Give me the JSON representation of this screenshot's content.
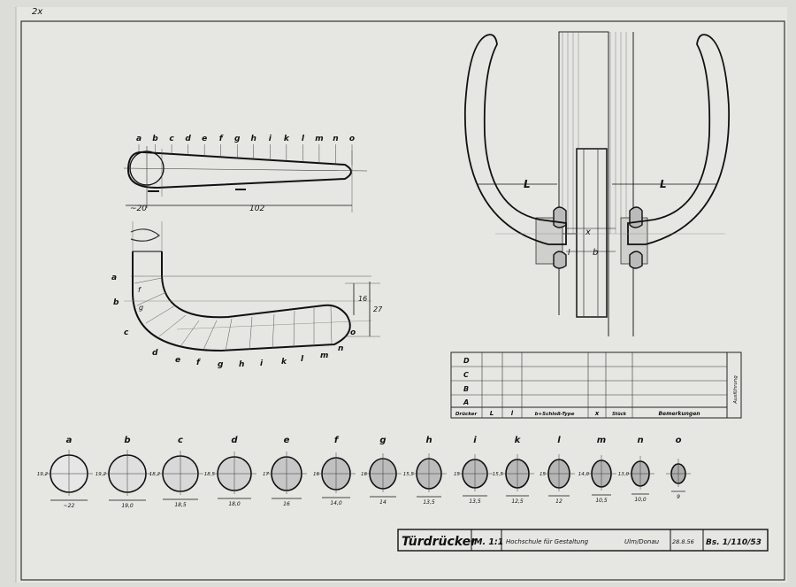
{
  "corner_note": "2x",
  "top_view": {
    "letters": [
      "a",
      "b",
      "c",
      "d",
      "e",
      "f",
      "g",
      "h",
      "i",
      "k",
      "l",
      "m",
      "n",
      "o"
    ],
    "dim_left": "~20",
    "dim_length": "102"
  },
  "side_view": {
    "labels_left": [
      "a",
      "b",
      "c"
    ],
    "labels_bottom": [
      "d",
      "e",
      "f",
      "g",
      "h",
      "i",
      "k",
      "l",
      "m",
      "n",
      "o"
    ],
    "inner_labels": [
      "f",
      "g"
    ],
    "dim_small": "16",
    "dim_large": "27"
  },
  "section_view": {
    "label_L": "L",
    "label_x": "x",
    "label_b": "b",
    "label_l": "l"
  },
  "table": {
    "rows": [
      "D",
      "C",
      "B",
      "A"
    ],
    "headers": [
      "Drücker",
      "L",
      "l",
      "b+Schloß-Type",
      "x",
      "Stück",
      "Bemerkungen"
    ],
    "side_note": "Ausführung"
  },
  "sections": [
    {
      "letter": "a",
      "dim_w": "~22",
      "dim_h": "19,2"
    },
    {
      "letter": "b",
      "dim_w": "19,0",
      "dim_h": "19,2"
    },
    {
      "letter": "c",
      "dim_w": "18,5",
      "dim_h": "18,2"
    },
    {
      "letter": "d",
      "dim_w": "18,0",
      "dim_h": "18,5"
    },
    {
      "letter": "e",
      "dim_w": "16",
      "dim_h": "17"
    },
    {
      "letter": "f",
      "dim_w": "14,0",
      "dim_h": "16"
    },
    {
      "letter": "g",
      "dim_w": "14",
      "dim_h": "16"
    },
    {
      "letter": "h",
      "dim_w": "13,5",
      "dim_h": "15,5"
    },
    {
      "letter": "i",
      "dim_w": "13,5",
      "dim_h": "15"
    },
    {
      "letter": "k",
      "dim_w": "12,5",
      "dim_h": "15,5"
    },
    {
      "letter": "l",
      "dim_w": "12",
      "dim_h": "15"
    },
    {
      "letter": "m",
      "dim_w": "10,5",
      "dim_h": "14,0"
    },
    {
      "letter": "n",
      "dim_w": "10,0",
      "dim_h": "13,0"
    },
    {
      "letter": "o",
      "dim_w": "9",
      "dim_h": ""
    }
  ],
  "title_block": {
    "title": "Türdrücker",
    "scale": "M. 1:1",
    "school": "Hochschule für Gestaltung",
    "city": "Ulm/Donau",
    "date": "28.8.56",
    "number": "Bs. 1/110/53"
  }
}
